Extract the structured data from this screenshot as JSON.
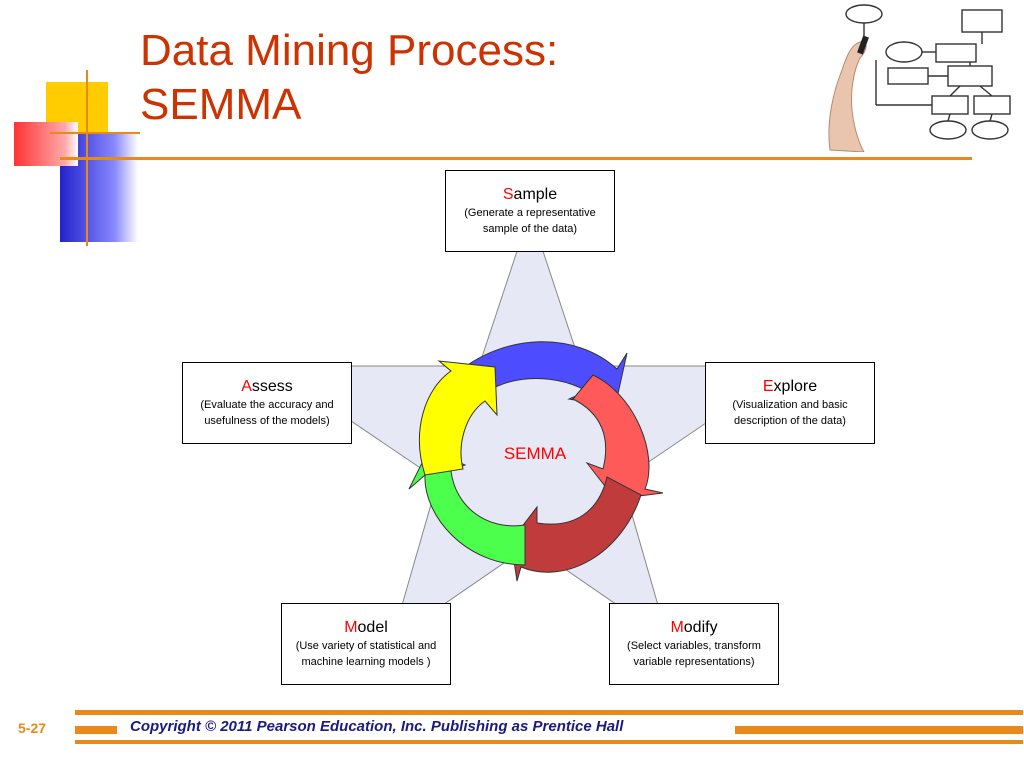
{
  "title": {
    "line1": "Data Mining Process:",
    "line2": "SEMMA"
  },
  "center_label": "SEMMA",
  "steps": {
    "sample": {
      "initial": "S",
      "rest": "ample",
      "desc1": "(Generate a representative",
      "desc2": "sample of the data)"
    },
    "explore": {
      "initial": "E",
      "rest": "xplore",
      "desc1": "(Visualization and basic",
      "desc2": "description of the data)"
    },
    "modify": {
      "initial": "M",
      "rest": "odify",
      "desc1": "(Select variables, transform",
      "desc2": "variable representations)"
    },
    "model": {
      "initial": "M",
      "rest": "odel",
      "desc1": "(Use variety of statistical and",
      "desc2": "machine learning models )"
    },
    "assess": {
      "initial": "A",
      "rest": "ssess",
      "desc1": "(Evaluate the accuracy and",
      "desc2": "usefulness of the models)"
    }
  },
  "cycle_colors": {
    "sample": "#4d4dff",
    "explore": "#ff5a5a",
    "modify": "#c03c3c",
    "model": "#4dff4d",
    "assess": "#ffff00"
  },
  "accent_color": "#cc3300",
  "footer": {
    "page": "5-27",
    "copyright": "Copyright © 2011 Pearson Education, Inc. Publishing as Prentice Hall"
  }
}
